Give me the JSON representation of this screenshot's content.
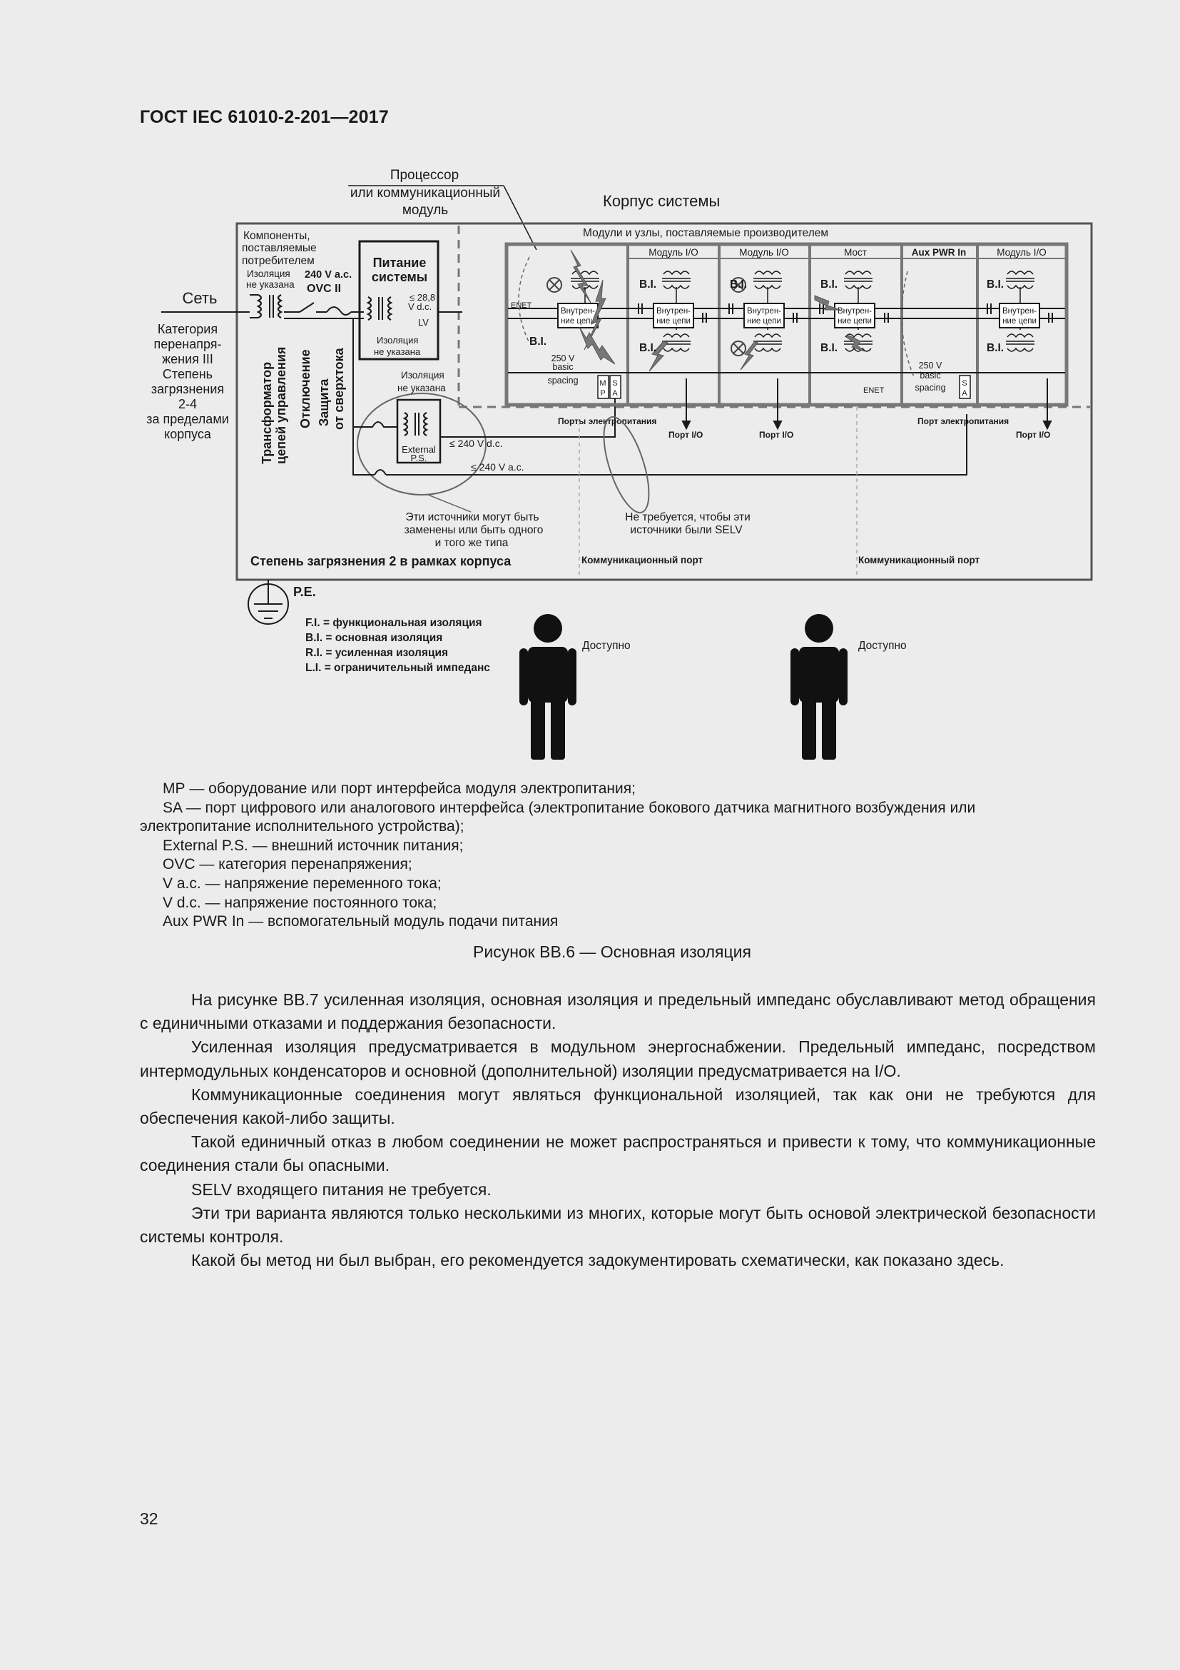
{
  "header": {
    "doc_code": "ГОСТ IEC 61010-2-201—2017"
  },
  "figure": {
    "processor_label_1": "Процессор",
    "processor_label_2": "или коммуникационный",
    "processor_label_3": "модуль",
    "system_housing": "Корпус системы",
    "network": "Сеть",
    "category_lines": [
      "Категория",
      "перенапря-",
      "жения III",
      "Степень",
      "загрязнения",
      "2-4",
      "за пределами",
      "корпуса"
    ],
    "consumer_components": [
      "Компоненты,",
      "поставляемые",
      "потребителем"
    ],
    "insulation_unspecified_1": [
      "Изоляция",
      "не указана"
    ],
    "v240_ac": "240 V a.c.",
    "ovc_ii": "OVC II",
    "system_power": [
      "Питание",
      "системы"
    ],
    "v28": "≤ 28,8",
    "vdc": "V d.c.",
    "lv": "LV",
    "insulation_unspecified_2": [
      "Изоляция",
      "не указана"
    ],
    "insulation_unspecified_3": [
      "Изоляция",
      "не указана"
    ],
    "vertical_transformer": [
      "Трансформатор",
      "цепей управления"
    ],
    "vertical_disconnect": "Отключение",
    "vertical_protection": [
      "Защита",
      "от сверхтока"
    ],
    "external_ps": [
      "External",
      "P.S."
    ],
    "v240_dc": "≤ 240 V d.c.",
    "v240_ac2": "≤ 240 V a.c.",
    "manufacturer_modules": "Модули и узлы, поставляемые производителем",
    "module_headers": [
      "Модуль I/O",
      "Модуль I/O",
      "Мост",
      "Aux PWR In",
      "Модуль I/O"
    ],
    "enet": "ENET",
    "bi": "B.I.",
    "internal_circuits": [
      "Внутрен-",
      "ние цепи"
    ],
    "spacing": [
      "250 V",
      "basic",
      "spacing"
    ],
    "mp": [
      "M",
      "P"
    ],
    "sa": [
      "S",
      "A"
    ],
    "power_ports": "Порты электропитания",
    "power_port": "Порт электропитания",
    "io_port": "Порт I/O",
    "replaceable_note": [
      "Эти источники могут быть",
      "заменены или быть одного",
      "и того же типа"
    ],
    "selv_note": [
      "Не требуется, чтобы эти",
      "источники были SELV"
    ],
    "pollution_inside": "Степень загрязнения 2 в рамках корпуса",
    "comm_port": "Коммуникационный порт",
    "pe": "P.E.",
    "abbrev": [
      "F.I. = функциональная изоляция",
      "B.I. = основная изоляция",
      "R.I. = усиленная изоляция",
      "L.I. = ограничительный импеданс"
    ],
    "accessible": "Доступно"
  },
  "legend": [
    "МР — оборудование или порт интерфейса модуля электропитания;",
    "SA — порт цифрового или аналогового интерфейса (электропитание бокового датчика магнитного возбуждения или",
    "электропитание исполнительного устройства);",
    "External P.S. — внешний источник питания;",
    "OVC — категория перенапряжения;",
    "V a.c. — напряжение переменного тока;",
    "V d.c. — напряжение постоянного тока;",
    "Aux PWR In — вспомогательный модуль подачи питания"
  ],
  "caption": "Рисунок ВВ.6 — Основная изоляция",
  "paragraphs": [
    "На рисунке ВВ.7 усиленная изоляция, основная изоляция и предельный импеданс обуславливают метод обращения с единичными отказами и поддержания безопасности.",
    "Усиленная изоляция предусматривается в модульном энергоснабжении. Предельный импеданс, посредством интермодульных конденсаторов и основной (дополнительной) изоляции предусматривается на I/O.",
    "Коммуникационные соединения могут являться функциональной изоляцией, так как они не требуются для обеспечения какой-либо защиты.",
    "Такой единичный отказ в любом соединении не может распространяться и привести к тому, что коммуникационные соединения стали бы опасными.",
    "SELV входящего питания не требуется.",
    "Эти три варианта являются только несколькими из многих, которые могут быть основой электрической безопасности системы контроля.",
    "Какой бы метод ни был выбран, его рекомендуется задокументировать схематически, как показано здесь."
  ],
  "page_number": "32"
}
